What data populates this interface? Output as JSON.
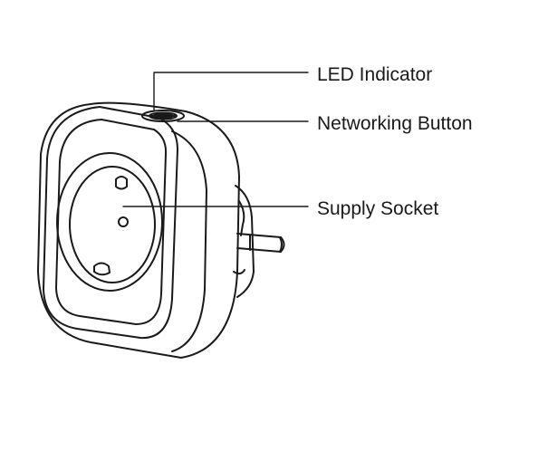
{
  "callouts": {
    "led_indicator": "LED Indicator",
    "networking_button": "Networking Button",
    "supply_socket": "Supply Socket"
  },
  "colors": {
    "line": "#1a1a1a",
    "background": "#ffffff"
  }
}
